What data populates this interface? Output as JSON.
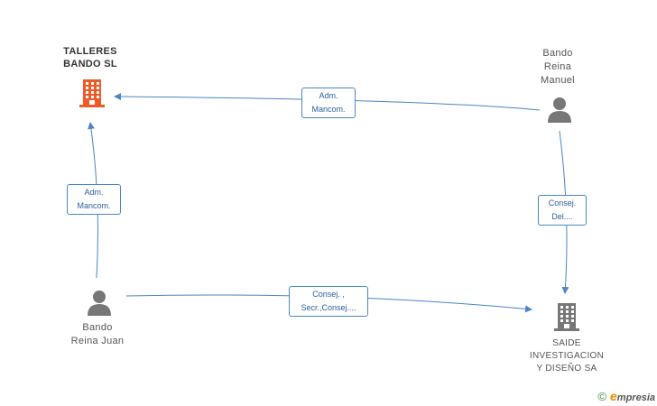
{
  "nodes": {
    "talleres": {
      "lines": [
        "TALLERES",
        "BANDO SL"
      ],
      "color": "#f05a28"
    },
    "manuel": {
      "lines": [
        "Bando",
        "Reina",
        "Manuel"
      ]
    },
    "juan": {
      "lines": [
        "Bando",
        "Reina Juan"
      ]
    },
    "saide": {
      "lines": [
        "SAIDE",
        "INVESTIGACION",
        "Y DISEÑO SA"
      ]
    }
  },
  "edges": {
    "manuel_talleres": {
      "lines": [
        "Adm.",
        "Mancom."
      ]
    },
    "juan_talleres": {
      "lines": [
        "Adm.",
        "Mancom."
      ]
    },
    "manuel_saide": {
      "lines": [
        "Consej.",
        "Del...."
      ]
    },
    "juan_saide": {
      "lines": [
        "Consej. ,",
        "Secr.,Consej...."
      ]
    }
  },
  "colors": {
    "edge": "#4a86c8",
    "person": "#777777",
    "company": "#777777"
  },
  "footer": {
    "copyright": "©",
    "brand_first": "e",
    "brand_rest": "mpresia"
  }
}
